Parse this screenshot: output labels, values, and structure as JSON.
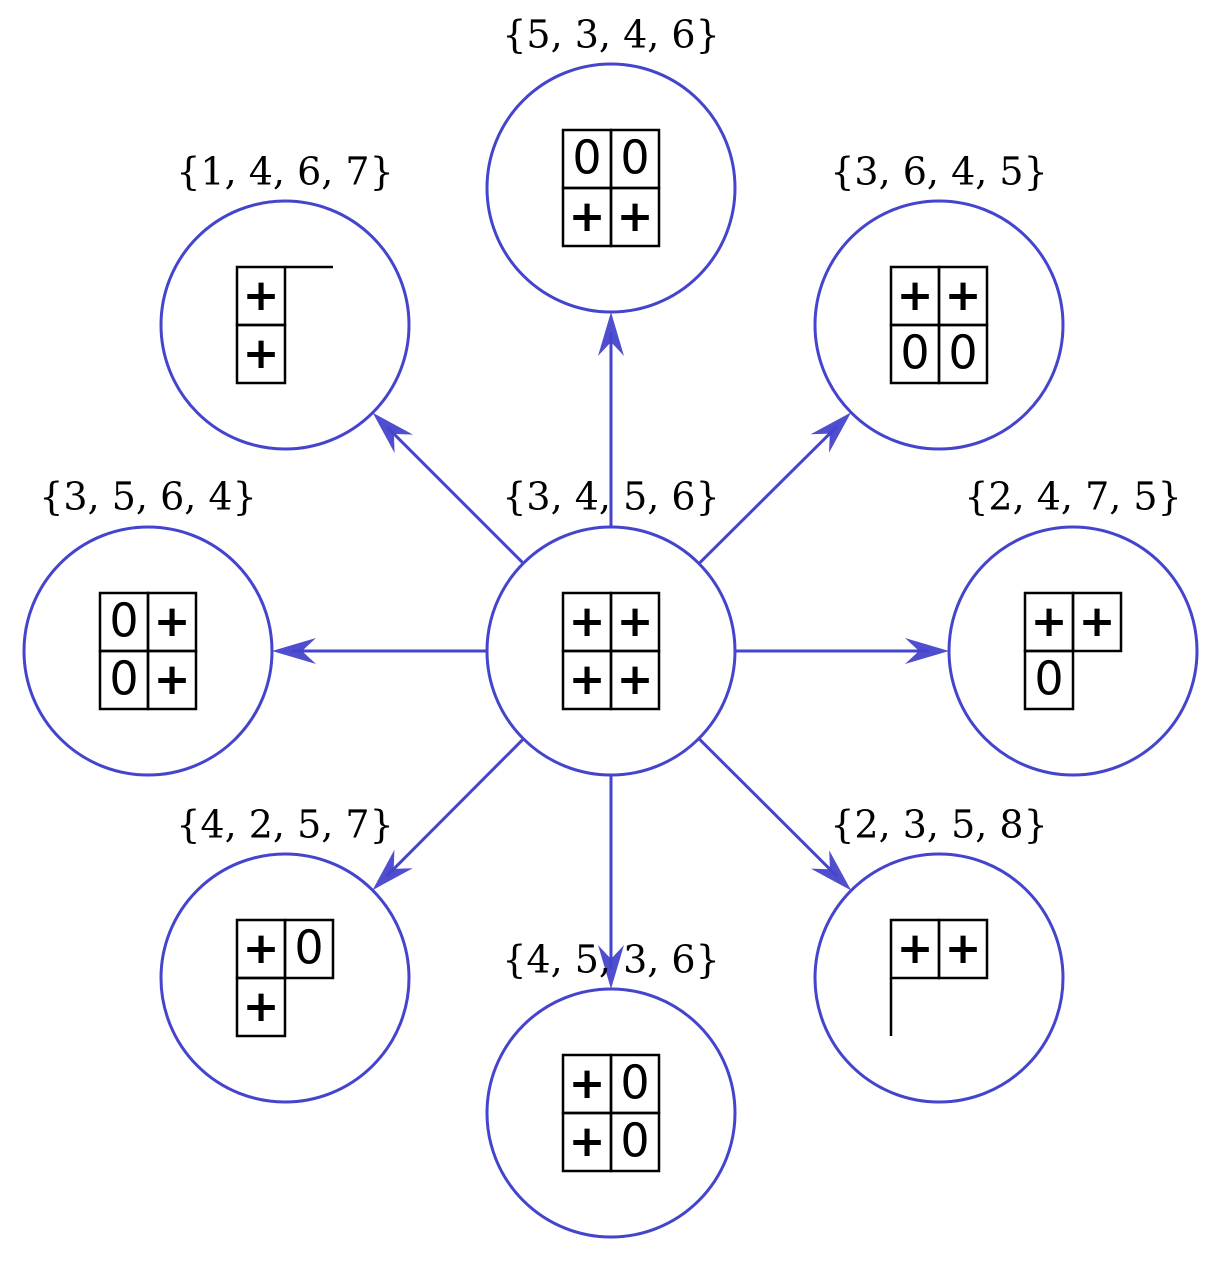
{
  "colors": {
    "accent": "#4444cc",
    "text": "#000000",
    "background": "#ffffff"
  },
  "nodes": [
    {
      "id": "center",
      "label": "{3, 4, 5, 6}",
      "grid": [
        [
          "+",
          "+"
        ],
        [
          "+",
          "+"
        ]
      ]
    },
    {
      "id": "top",
      "label": "{5, 3, 4, 6}",
      "grid": [
        [
          "0",
          "0"
        ],
        [
          "+",
          "+"
        ]
      ]
    },
    {
      "id": "top-right",
      "label": "{3, 6, 4, 5}",
      "grid": [
        [
          "+",
          "+"
        ],
        [
          "0",
          "0"
        ]
      ]
    },
    {
      "id": "right",
      "label": "{2, 4, 7, 5}",
      "grid": [
        [
          "+",
          "+"
        ],
        [
          "0",
          null
        ]
      ]
    },
    {
      "id": "bottom-right",
      "label": "{2, 3, 5, 8}",
      "grid": [
        [
          "+",
          "+"
        ],
        [
          null,
          null
        ]
      ]
    },
    {
      "id": "bottom",
      "label": "{4, 5, 3, 6}",
      "grid": [
        [
          "+",
          "0"
        ],
        [
          "+",
          "0"
        ]
      ]
    },
    {
      "id": "bottom-left",
      "label": "{4, 2, 5, 7}",
      "grid": [
        [
          "+",
          "0"
        ],
        [
          "+",
          null
        ]
      ]
    },
    {
      "id": "left",
      "label": "{3, 5, 6, 4}",
      "grid": [
        [
          "0",
          "+"
        ],
        [
          "0",
          "+"
        ]
      ]
    },
    {
      "id": "top-left",
      "label": "{1, 4, 6, 7}",
      "grid": [
        [
          "+",
          null
        ],
        [
          "+",
          null
        ]
      ]
    }
  ],
  "edges": [
    {
      "from": "center",
      "to": "top"
    },
    {
      "from": "center",
      "to": "top-right"
    },
    {
      "from": "center",
      "to": "right"
    },
    {
      "from": "center",
      "to": "bottom-right"
    },
    {
      "from": "center",
      "to": "bottom"
    },
    {
      "from": "center",
      "to": "bottom-left"
    },
    {
      "from": "center",
      "to": "left"
    },
    {
      "from": "center",
      "to": "top-left"
    }
  ]
}
